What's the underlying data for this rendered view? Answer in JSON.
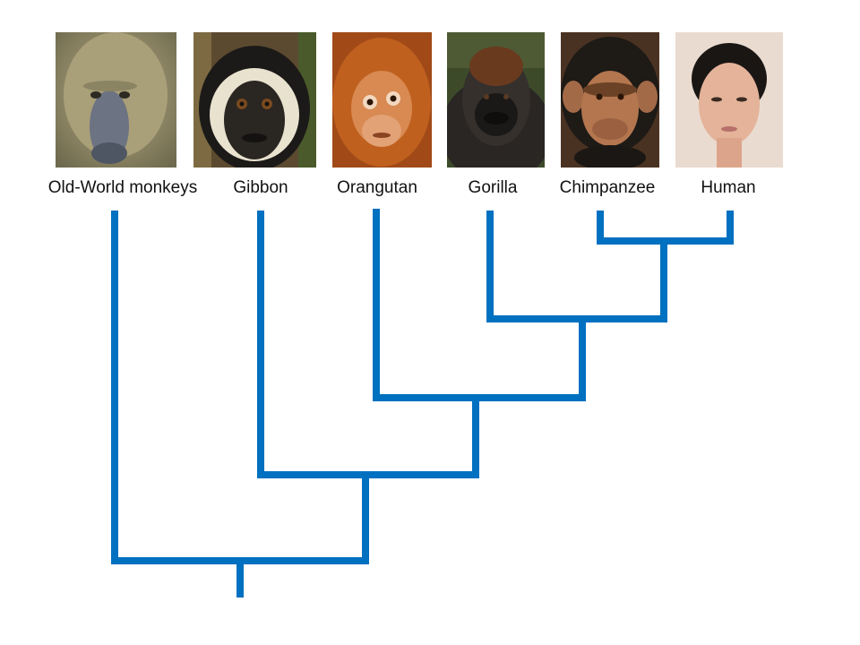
{
  "diagram": {
    "branch_color": "#0070C0",
    "taxa": [
      {
        "label": "Old-World monkeys",
        "image": "baboon-photo"
      },
      {
        "label": "Gibbon",
        "image": "gibbon-photo"
      },
      {
        "label": "Orangutan",
        "image": "orangutan-photo"
      },
      {
        "label": "Gorilla",
        "image": "gorilla-photo"
      },
      {
        "label": "Chimpanzee",
        "image": "chimpanzee-photo"
      },
      {
        "label": "Human",
        "image": "human-photo"
      }
    ]
  }
}
